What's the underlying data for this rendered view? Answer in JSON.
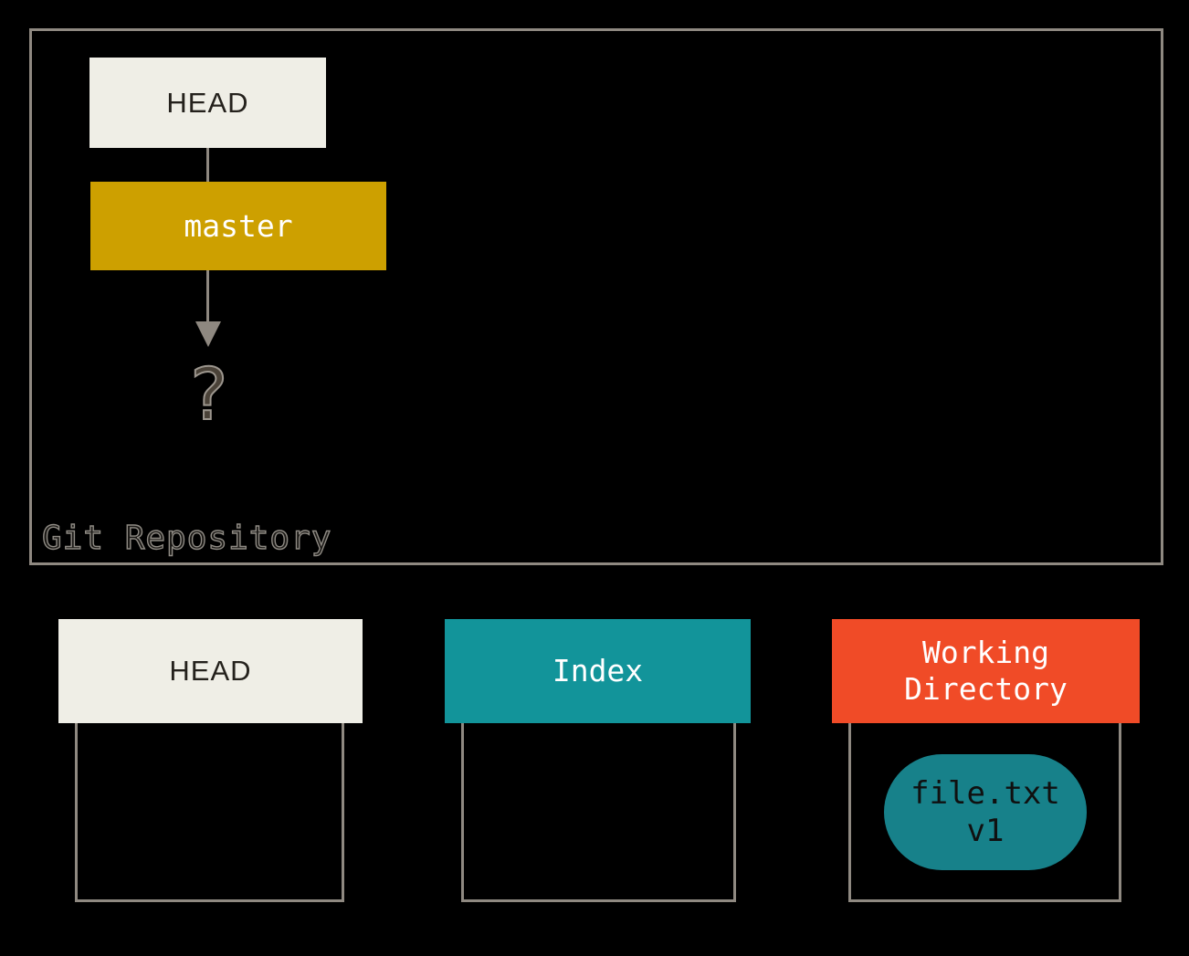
{
  "repo": {
    "label": "Git Repository",
    "head": {
      "label": "HEAD"
    },
    "master": {
      "label": "master"
    },
    "unknown": {
      "symbol": "?"
    }
  },
  "columns": [
    {
      "id": "head",
      "label": "HEAD"
    },
    {
      "id": "index",
      "label": "Index"
    },
    {
      "id": "working-directory",
      "label": "Working Directory",
      "file": {
        "name": "file.txt",
        "version": "v1"
      }
    }
  ],
  "colors": {
    "background": "#000000",
    "outline_border": "#8f8981",
    "arrow": "#8e8880",
    "cream_box": "#efeee6",
    "cream_box_text": "#24211c",
    "gold_box": "#cda000",
    "teal_box": "#12949a",
    "orange_box": "#f04b27",
    "pill_teal": "#17818a",
    "white_text": "#ffffff",
    "outlined_text_fill": "#1b1916",
    "outlined_text_stroke": "#8f8b84"
  }
}
